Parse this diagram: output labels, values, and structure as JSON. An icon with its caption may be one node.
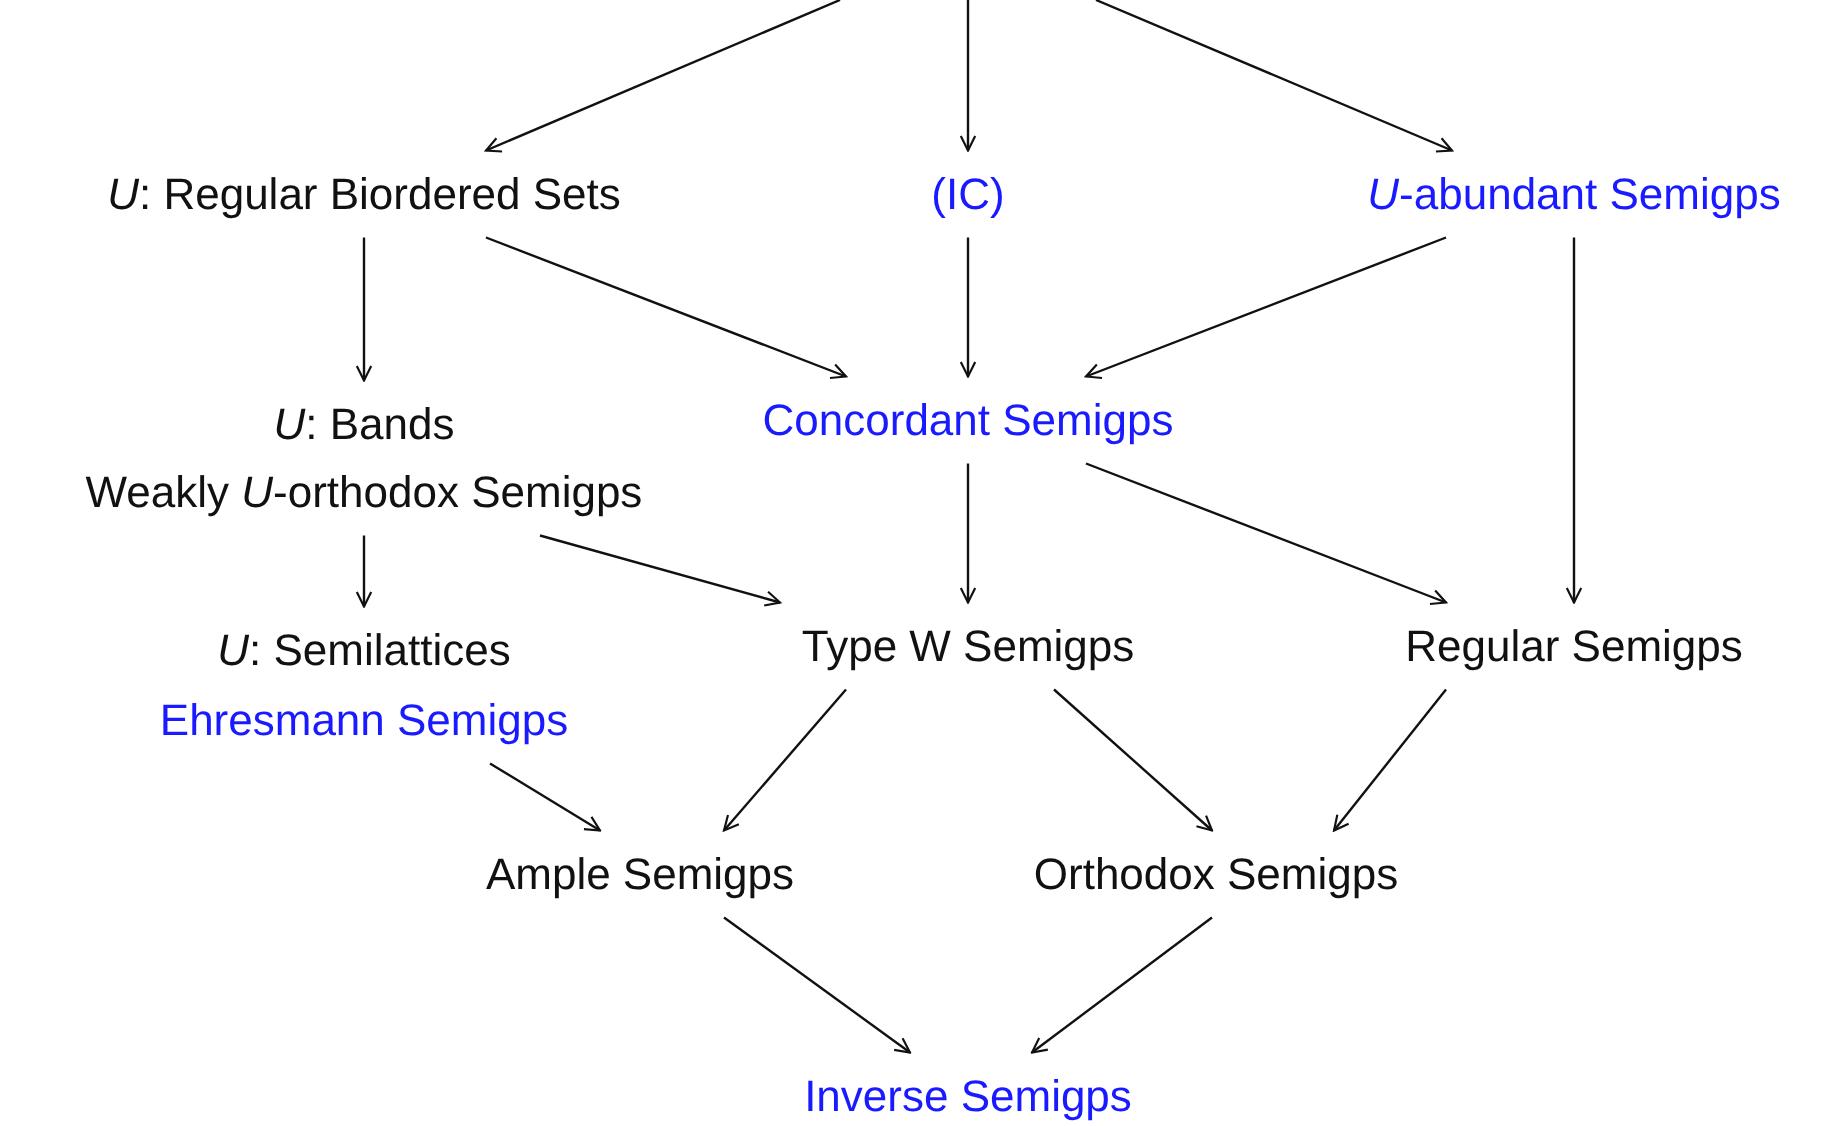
{
  "diagram": {
    "nodes": [
      {
        "text": [
          "*U*: Regular Biordered Sets"
        ]
      },
      {
        "text": [
          "(IC)"
        ]
      },
      {
        "text": [
          "*U*-abundant Semigps"
        ]
      },
      {
        "text": [
          "*U*: Bands"
        ]
      },
      {
        "text": [
          "Weakly *U*-orthodox Semigps"
        ]
      },
      {
        "text": [
          "Concordant Semigps"
        ]
      },
      {
        "text": [
          "*U*: Semilattices"
        ]
      },
      {
        "text": [
          "Type W Semigps"
        ]
      },
      {
        "text": [
          "Regular Semigps"
        ]
      },
      {
        "text": [
          "Ehresmann Semigps"
        ]
      },
      {
        "text": [
          "Ample Semigps"
        ]
      },
      {
        "text": [
          "Orthodox Semigps"
        ]
      },
      {
        "text": [
          "Inverse Semigps"
        ]
      }
    ],
    "edges": [
      {
        "from": null,
        "to": 0,
        "arrow": "to"
      },
      {
        "from": null,
        "to": 1,
        "arrow": "to"
      },
      {
        "from": null,
        "to": 2,
        "arrow": "to"
      },
      {
        "from": 0,
        "to": 3,
        "arrow": "to"
      },
      {
        "from": 0,
        "to": 5,
        "arrow": "to"
      },
      {
        "from": 1,
        "to": 5,
        "arrow": "to"
      },
      {
        "from": 2,
        "to": 5,
        "arrow": "to"
      },
      {
        "from": 2,
        "to": 8,
        "arrow": "to"
      },
      {
        "from": 4,
        "to": 6,
        "arrow": "to"
      },
      {
        "from": 4,
        "to": 7,
        "arrow": "to"
      },
      {
        "from": 5,
        "to": 7,
        "arrow": "to"
      },
      {
        "from": 5,
        "to": 8,
        "arrow": "to"
      },
      {
        "from": 9,
        "to": 10,
        "arrow": "to"
      },
      {
        "from": 7,
        "to": 10,
        "arrow": "to"
      },
      {
        "from": 7,
        "to": 11,
        "arrow": "to"
      },
      {
        "from": 8,
        "to": 11,
        "arrow": "to"
      },
      {
        "from": 10,
        "to": 12,
        "arrow": "to"
      },
      {
        "from": 11,
        "to": 12,
        "arrow": "to"
      }
    ]
  }
}
